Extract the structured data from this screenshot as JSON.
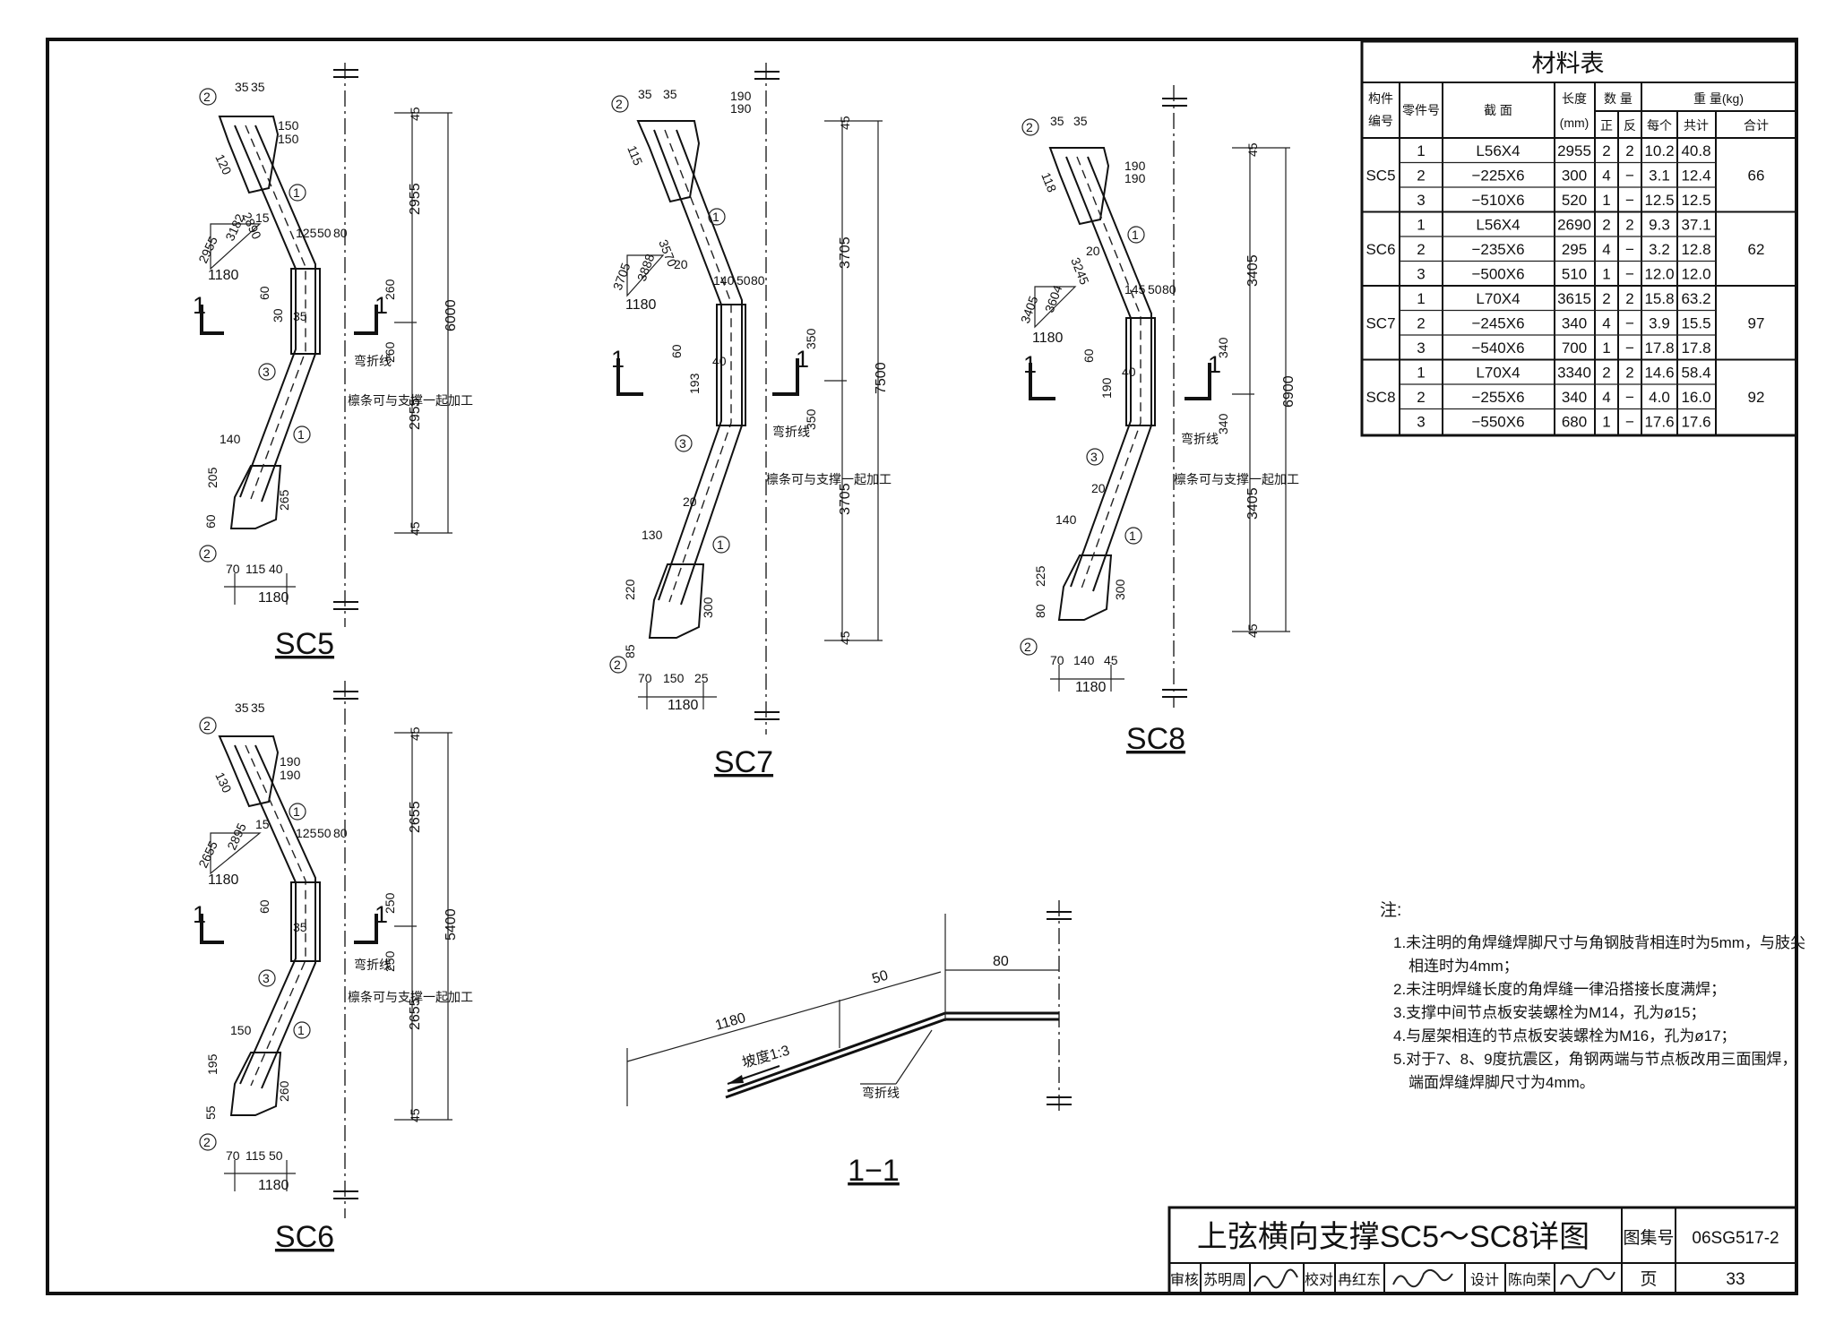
{
  "sheet": {
    "title": "上弦横向支撑SC5～SC8详图",
    "atlas_label": "图集号",
    "atlas_no": "06SG517-2",
    "page_label": "页",
    "page_no": "33",
    "sign_row": [
      "审核",
      "苏明周",
      "校对",
      "冉红东",
      "设计",
      "陈向荣"
    ]
  },
  "material_table": {
    "title": "材料表",
    "headers": {
      "member_a": "构件",
      "member_b": "编号",
      "part": "零件号",
      "section": "截 面",
      "length_a": "长度",
      "length_b": "(mm)",
      "qty": "数 量",
      "qty_pos": "正",
      "qty_neg": "反",
      "weight": "重 量(kg)",
      "w_each": "每个",
      "w_sum": "共计",
      "w_total": "合计"
    },
    "groups": [
      {
        "member": "SC5",
        "total": "66",
        "rows": [
          {
            "part": "1",
            "section": "L56X4",
            "length": "2955",
            "pos": "2",
            "neg": "2",
            "each": "10.2",
            "sum": "40.8"
          },
          {
            "part": "2",
            "section": "−225X6",
            "length": "300",
            "pos": "4",
            "neg": "−",
            "each": "3.1",
            "sum": "12.4"
          },
          {
            "part": "3",
            "section": "−510X6",
            "length": "520",
            "pos": "1",
            "neg": "−",
            "each": "12.5",
            "sum": "12.5"
          }
        ]
      },
      {
        "member": "SC6",
        "total": "62",
        "rows": [
          {
            "part": "1",
            "section": "L56X4",
            "length": "2690",
            "pos": "2",
            "neg": "2",
            "each": "9.3",
            "sum": "37.1"
          },
          {
            "part": "2",
            "section": "−235X6",
            "length": "295",
            "pos": "4",
            "neg": "−",
            "each": "3.2",
            "sum": "12.8"
          },
          {
            "part": "3",
            "section": "−500X6",
            "length": "510",
            "pos": "1",
            "neg": "−",
            "each": "12.0",
            "sum": "12.0"
          }
        ]
      },
      {
        "member": "SC7",
        "total": "97",
        "rows": [
          {
            "part": "1",
            "section": "L70X4",
            "length": "3615",
            "pos": "2",
            "neg": "2",
            "each": "15.8",
            "sum": "63.2"
          },
          {
            "part": "2",
            "section": "−245X6",
            "length": "340",
            "pos": "4",
            "neg": "−",
            "each": "3.9",
            "sum": "15.5"
          },
          {
            "part": "3",
            "section": "−540X6",
            "length": "700",
            "pos": "1",
            "neg": "−",
            "each": "17.8",
            "sum": "17.8"
          }
        ]
      },
      {
        "member": "SC8",
        "total": "92",
        "rows": [
          {
            "part": "1",
            "section": "L70X4",
            "length": "3340",
            "pos": "2",
            "neg": "2",
            "each": "14.6",
            "sum": "58.4"
          },
          {
            "part": "2",
            "section": "−255X6",
            "length": "340",
            "pos": "4",
            "neg": "−",
            "each": "4.0",
            "sum": "16.0"
          },
          {
            "part": "3",
            "section": "−550X6",
            "length": "680",
            "pos": "1",
            "neg": "−",
            "each": "17.6",
            "sum": "17.6"
          }
        ]
      }
    ]
  },
  "notes": {
    "heading": "注:",
    "lines": [
      "1.未注明的角焊缝焊脚尺寸与角钢肢背相连时为5mm，与肢尖",
      "相连时为4mm；",
      "2.未注明焊缝长度的角焊缝一律沿搭接长度满焊；",
      "3.支撑中间节点板安装螺栓为M14，孔为ø15；",
      "4.与屋架相连的节点板安装螺栓为M16，孔为ø17；",
      "5.对于7、8、9度抗震区，角钢两端与节点板改用三面围焊，",
      "端面焊缝焊脚尺寸为4mm。"
    ]
  },
  "common_labels": {
    "fold_line": "弯折线",
    "process_note": "檩条可与支撑一起加工",
    "section_mark": "1"
  },
  "details": {
    "sc5": {
      "label": "SC5",
      "overall": "6000",
      "half": "2955",
      "edge": "45",
      "slope_h": "2955",
      "slope_d": "3182",
      "slope_b": "1180",
      "base": "1180",
      "n1": "150",
      "n2": "150",
      "n3": "120",
      "n4": "2890",
      "n5": "125",
      "n6": "50",
      "n7": "80",
      "n8": "260",
      "n9": "140",
      "n10": "205",
      "n11": "265",
      "b1": "70",
      "b2": "115",
      "b3": "40",
      "s1": "35",
      "s2": "35",
      "s3": "60",
      "w1": "15",
      "w2": "60",
      "w3": "30",
      "w4": "35"
    },
    "sc6": {
      "label": "SC6",
      "overall": "5400",
      "half": "2655",
      "edge": "45",
      "slope_h": "2655",
      "slope_d": "2895",
      "slope_b": "1180",
      "base": "1180",
      "n1": "190",
      "n2": "190",
      "n3": "130",
      "n4": "125",
      "n5": "50",
      "n6": "80",
      "n7": "250",
      "n8": "150",
      "n9": "195",
      "n10": "260",
      "b1": "70",
      "b2": "115",
      "b3": "50",
      "s1": "35",
      "s2": "35",
      "s3": "55",
      "w1": "15",
      "w2": "60",
      "w3": "35"
    },
    "sc7": {
      "label": "SC7",
      "overall": "7500",
      "half": "3705",
      "edge": "45",
      "slope_h": "3705",
      "slope_d": "3888",
      "slope_b": "1180",
      "base": "1180",
      "n1": "190",
      "n2": "190",
      "n3": "115",
      "n4": "3570",
      "n5": "140",
      "n6": "50",
      "n7": "80",
      "n8": "350",
      "n9": "130",
      "n10": "220",
      "n11": "300",
      "b1": "70",
      "b2": "150",
      "b3": "25",
      "s1": "35",
      "s2": "35",
      "s3": "85",
      "w1": "20",
      "w2": "60",
      "w3": "40",
      "w4": "193"
    },
    "sc8": {
      "label": "SC8",
      "overall": "6900",
      "half": "3405",
      "edge": "45",
      "slope_h": "3405",
      "slope_d": "3604",
      "slope_b": "1180",
      "base": "1180",
      "n1": "190",
      "n2": "190",
      "n3": "118",
      "n4": "3245",
      "n5": "145",
      "n6": "50",
      "n7": "80",
      "n8": "340",
      "n9": "140",
      "n10": "225",
      "n11": "300",
      "b1": "70",
      "b2": "140",
      "b3": "45",
      "s1": "35",
      "s2": "35",
      "s3": "80",
      "w1": "20",
      "w2": "60",
      "w3": "40",
      "w4": "190"
    },
    "section": {
      "label": "1−1",
      "len": "1180",
      "d1": "50",
      "d2": "80",
      "slope": "坡度1:3",
      "fold": "弯折线"
    }
  }
}
